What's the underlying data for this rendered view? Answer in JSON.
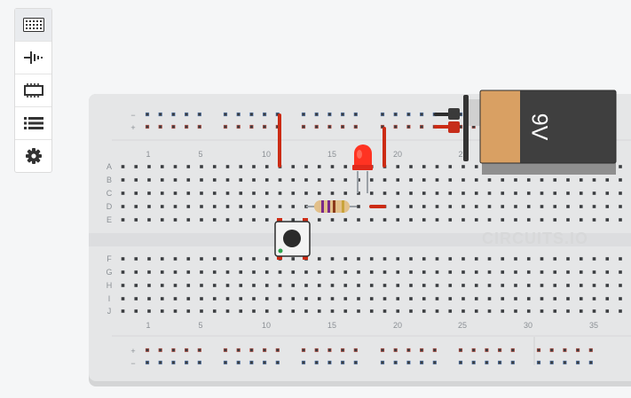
{
  "toolbar": {
    "items": [
      {
        "name": "breadboard-icon",
        "active": true
      },
      {
        "name": "battery-symbol-icon",
        "active": false
      },
      {
        "name": "chip-icon",
        "active": false
      },
      {
        "name": "list-icon",
        "active": false
      },
      {
        "name": "gear-icon",
        "active": false
      }
    ]
  },
  "breadboard": {
    "watermark": "CIRCUITS.IO",
    "rows_top": [
      "A",
      "B",
      "C",
      "D",
      "E"
    ],
    "rows_bottom": [
      "F",
      "G",
      "H",
      "I",
      "J"
    ],
    "column_numbers_top": [
      "1",
      "5",
      "10",
      "15",
      "20",
      "2"
    ],
    "column_numbers_bottom": [
      "1",
      "5",
      "10",
      "15",
      "20",
      "25",
      "30",
      "35"
    ],
    "rail_minus": "−",
    "rail_plus": "+"
  },
  "battery": {
    "label": "9V"
  },
  "colors": {
    "board": "#e4e5e6",
    "wire": "#cc2b14",
    "led": "#ff3322",
    "battery_dark": "#3f3f3f",
    "battery_tan": "#d9a063"
  }
}
